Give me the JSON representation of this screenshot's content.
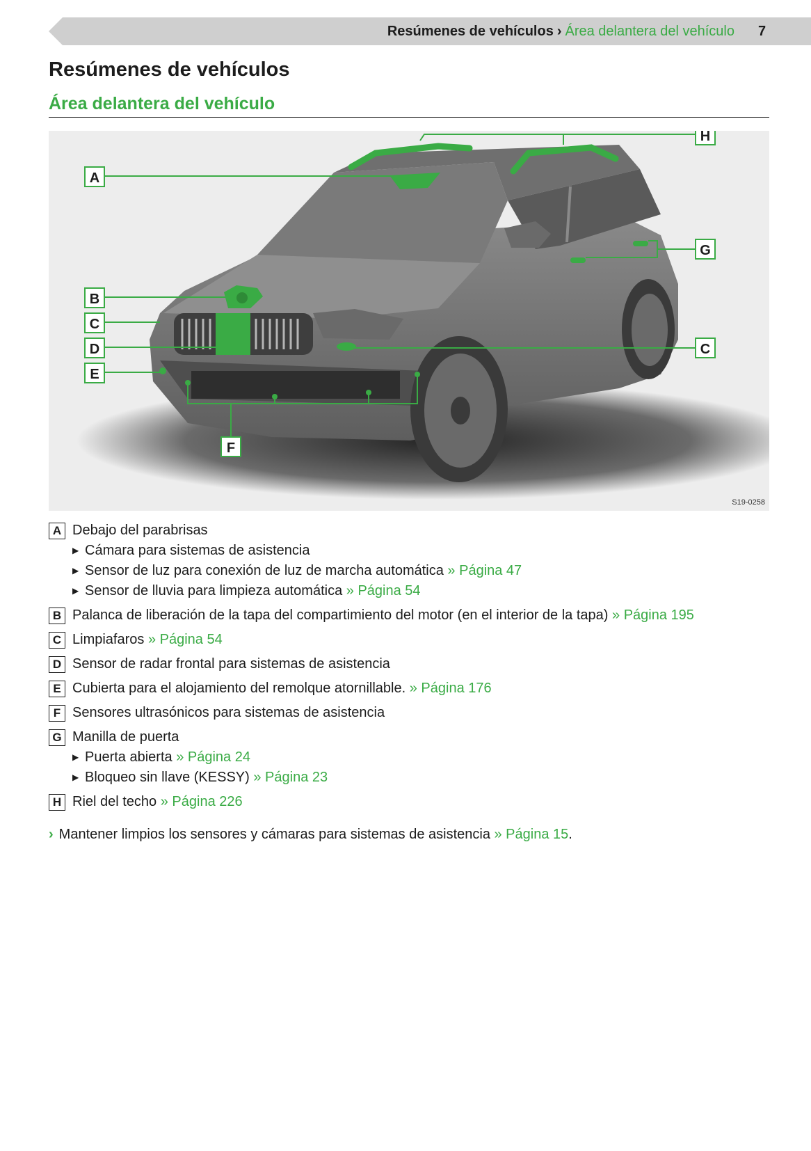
{
  "header": {
    "section": "Resúmenes de vehículos",
    "separator": "›",
    "subsection": "Área delantera del vehículo",
    "page_number": "7"
  },
  "title": "Resúmenes de vehículos",
  "subtitle": "Área delantera del vehículo",
  "figure": {
    "code": "S19-0258",
    "labels": [
      "A",
      "B",
      "C",
      "D",
      "E",
      "F",
      "G",
      "H",
      "C"
    ]
  },
  "legend": [
    {
      "letter": "A",
      "text": "Debajo del parabrisas",
      "items": [
        {
          "text": "Cámara para sistemas de asistencia",
          "link": ""
        },
        {
          "text": "Sensor de luz para conexión de luz de marcha automática",
          "link": "» Página 47"
        },
        {
          "text": "Sensor de lluvia para limpieza automática",
          "link": "» Página 54"
        }
      ]
    },
    {
      "letter": "B",
      "text": "Palanca de liberación de la tapa del compartimiento del motor (en el interior de la tapa)",
      "link": "» Página 195"
    },
    {
      "letter": "C",
      "text": "Limpiafaros",
      "link": "» Página 54"
    },
    {
      "letter": "D",
      "text": "Sensor de radar frontal para sistemas de asistencia",
      "link": ""
    },
    {
      "letter": "E",
      "text": "Cubierta para el alojamiento del remolque atornillable.",
      "link": "» Página 176"
    },
    {
      "letter": "F",
      "text": "Sensores ultrasónicos para sistemas de asistencia",
      "link": ""
    },
    {
      "letter": "G",
      "text": "Manilla de puerta",
      "items": [
        {
          "text": "Puerta abierta",
          "link": "» Página 24"
        },
        {
          "text": "Bloqueo sin llave (KESSY)",
          "link": "» Página 23"
        }
      ]
    },
    {
      "letter": "H",
      "text": "Riel del techo",
      "link": "» Página 226"
    }
  ],
  "note": {
    "arrow": "›",
    "text": "Mantener limpios los sensores y cámaras para sistemas de asistencia",
    "link": "» Página 15",
    "end": "."
  },
  "colors": {
    "accent": "#3aab45",
    "text": "#1c1c1c",
    "header_band": "#cfcfcf"
  }
}
